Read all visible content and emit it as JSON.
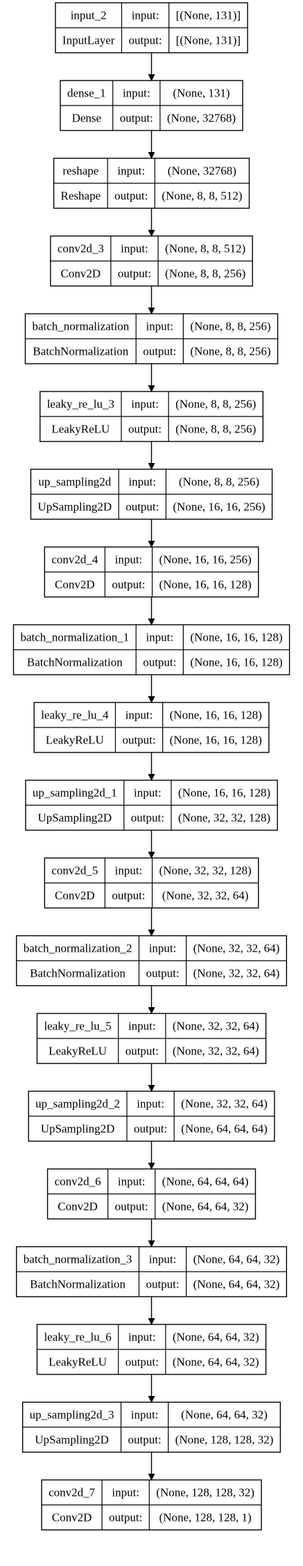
{
  "diagram": {
    "layers": [
      {
        "name": "input_2",
        "type": "InputLayer",
        "input_label": "input:",
        "output_label": "output:",
        "input_shape": "[(None, 131)]",
        "output_shape": "[(None, 131)]"
      },
      {
        "name": "dense_1",
        "type": "Dense",
        "input_label": "input:",
        "output_label": "output:",
        "input_shape": "(None, 131)",
        "output_shape": "(None, 32768)"
      },
      {
        "name": "reshape",
        "type": "Reshape",
        "input_label": "input:",
        "output_label": "output:",
        "input_shape": "(None, 32768)",
        "output_shape": "(None, 8, 8, 512)"
      },
      {
        "name": "conv2d_3",
        "type": "Conv2D",
        "input_label": "input:",
        "output_label": "output:",
        "input_shape": "(None, 8, 8, 512)",
        "output_shape": "(None, 8, 8, 256)"
      },
      {
        "name": "batch_normalization",
        "type": "BatchNormalization",
        "input_label": "input:",
        "output_label": "output:",
        "input_shape": "(None, 8, 8, 256)",
        "output_shape": "(None, 8, 8, 256)"
      },
      {
        "name": "leaky_re_lu_3",
        "type": "LeakyReLU",
        "input_label": "input:",
        "output_label": "output:",
        "input_shape": "(None, 8, 8, 256)",
        "output_shape": "(None, 8, 8, 256)"
      },
      {
        "name": "up_sampling2d",
        "type": "UpSampling2D",
        "input_label": "input:",
        "output_label": "output:",
        "input_shape": "(None, 8, 8, 256)",
        "output_shape": "(None, 16, 16, 256)"
      },
      {
        "name": "conv2d_4",
        "type": "Conv2D",
        "input_label": "input:",
        "output_label": "output:",
        "input_shape": "(None, 16, 16, 256)",
        "output_shape": "(None, 16, 16, 128)"
      },
      {
        "name": "batch_normalization_1",
        "type": "BatchNormalization",
        "input_label": "input:",
        "output_label": "output:",
        "input_shape": "(None, 16, 16, 128)",
        "output_shape": "(None, 16, 16, 128)"
      },
      {
        "name": "leaky_re_lu_4",
        "type": "LeakyReLU",
        "input_label": "input:",
        "output_label": "output:",
        "input_shape": "(None, 16, 16, 128)",
        "output_shape": "(None, 16, 16, 128)"
      },
      {
        "name": "up_sampling2d_1",
        "type": "UpSampling2D",
        "input_label": "input:",
        "output_label": "output:",
        "input_shape": "(None, 16, 16, 128)",
        "output_shape": "(None, 32, 32, 128)"
      },
      {
        "name": "conv2d_5",
        "type": "Conv2D",
        "input_label": "input:",
        "output_label": "output:",
        "input_shape": "(None, 32, 32, 128)",
        "output_shape": "(None, 32, 32, 64)"
      },
      {
        "name": "batch_normalization_2",
        "type": "BatchNormalization",
        "input_label": "input:",
        "output_label": "output:",
        "input_shape": "(None, 32, 32, 64)",
        "output_shape": "(None, 32, 32, 64)"
      },
      {
        "name": "leaky_re_lu_5",
        "type": "LeakyReLU",
        "input_label": "input:",
        "output_label": "output:",
        "input_shape": "(None, 32, 32, 64)",
        "output_shape": "(None, 32, 32, 64)"
      },
      {
        "name": "up_sampling2d_2",
        "type": "UpSampling2D",
        "input_label": "input:",
        "output_label": "output:",
        "input_shape": "(None, 32, 32, 64)",
        "output_shape": "(None, 64, 64, 64)"
      },
      {
        "name": "conv2d_6",
        "type": "Conv2D",
        "input_label": "input:",
        "output_label": "output:",
        "input_shape": "(None, 64, 64, 64)",
        "output_shape": "(None, 64, 64, 32)"
      },
      {
        "name": "batch_normalization_3",
        "type": "BatchNormalization",
        "input_label": "input:",
        "output_label": "output:",
        "input_shape": "(None, 64, 64, 32)",
        "output_shape": "(None, 64, 64, 32)"
      },
      {
        "name": "leaky_re_lu_6",
        "type": "LeakyReLU",
        "input_label": "input:",
        "output_label": "output:",
        "input_shape": "(None, 64, 64, 32)",
        "output_shape": "(None, 64, 64, 32)"
      },
      {
        "name": "up_sampling2d_3",
        "type": "UpSampling2D",
        "input_label": "input:",
        "output_label": "output:",
        "input_shape": "(None, 64, 64, 32)",
        "output_shape": "(None, 128, 128, 32)"
      },
      {
        "name": "conv2d_7",
        "type": "Conv2D",
        "input_label": "input:",
        "output_label": "output:",
        "input_shape": "(None, 128, 128, 32)",
        "output_shape": "(None, 128, 128, 1)"
      }
    ],
    "colors": {
      "stroke": "#000000",
      "text": "#000000",
      "background": "#ffffff"
    }
  }
}
